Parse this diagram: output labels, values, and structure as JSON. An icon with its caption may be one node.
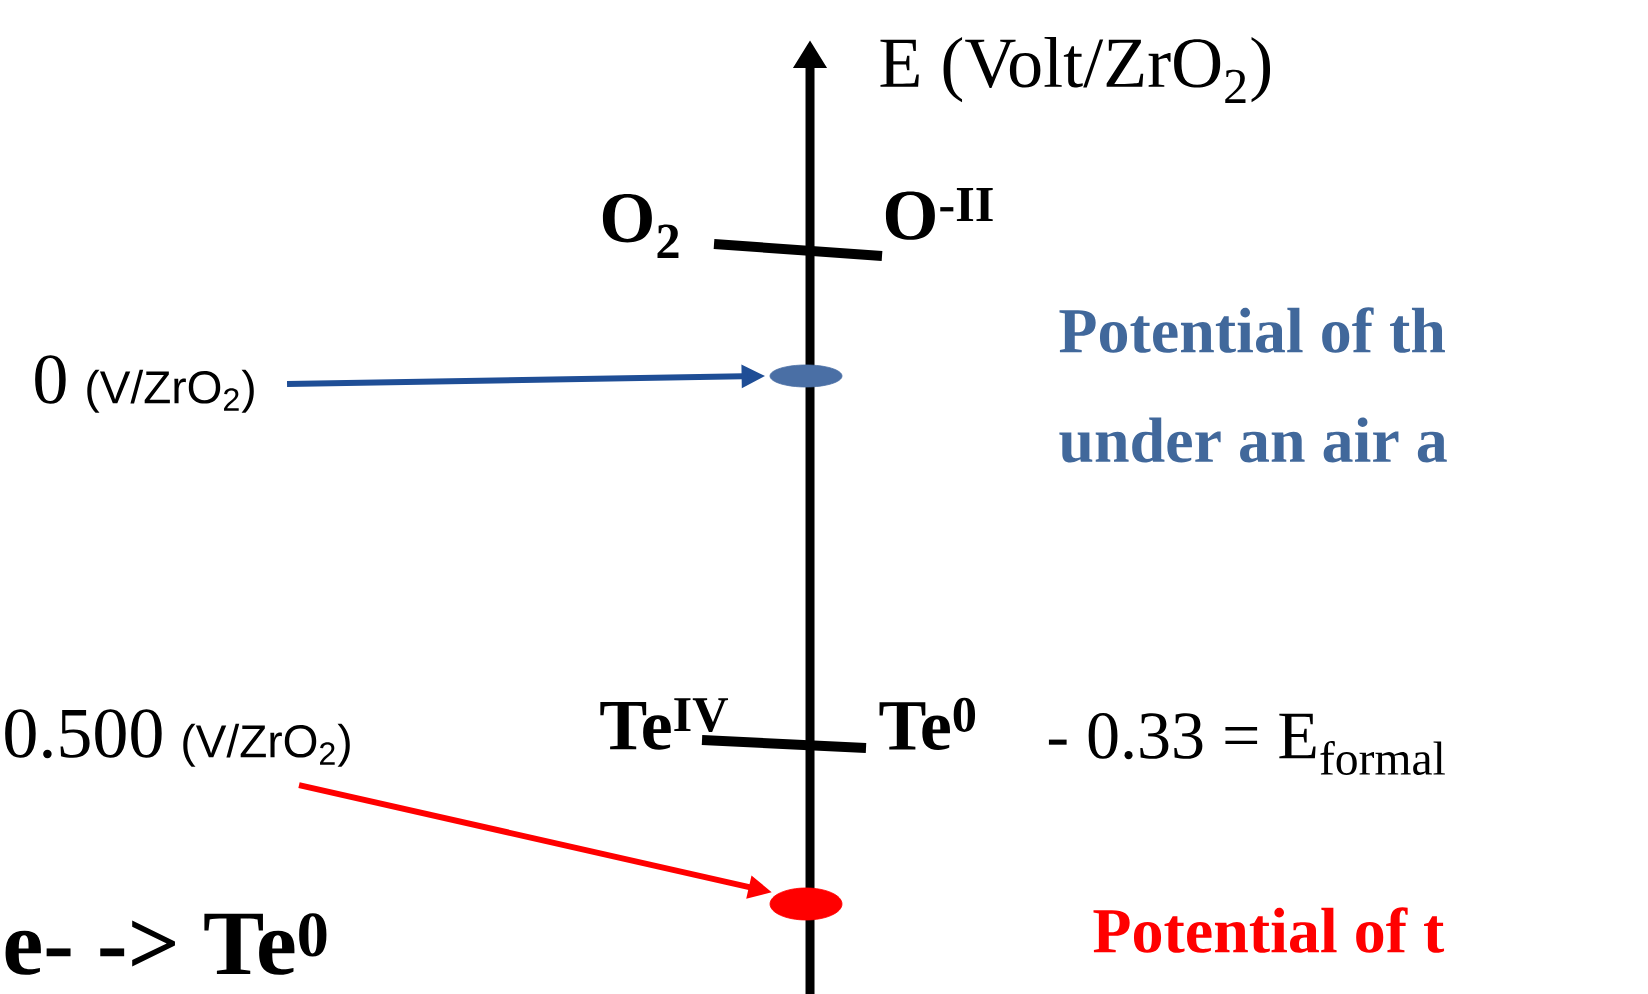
{
  "diagram": {
    "nodes": [
      {
        "text": [
          "0",
          "(V/ZrO$_{2}$)"
        ]
      },
      {
        "text": [],
        "shape": "ellipse"
      },
      {
        "text": [
          "0.500",
          "(V/ZrO$_{2}$)"
        ]
      },
      {
        "text": [],
        "shape": "ellipse"
      }
    ],
    "edges": [
      {
        "from": 0,
        "to": 1,
        "arrow": "to",
        "color": "#1f4e96"
      },
      {
        "from": 2,
        "to": 3,
        "arrow": "to",
        "color": "#ff0000"
      }
    ],
    "labels": [
      "E (Volt/ZrO$_{2}$)",
      "O$_{2}$",
      "O$^{-II}$",
      "Potential of th",
      "under an air a",
      "Te$^{IV}$",
      "Te$^{0}$",
      "- 0.33 = E$_{formal}$",
      "e- -> Te$^{0}$",
      "Potential of t"
    ]
  }
}
